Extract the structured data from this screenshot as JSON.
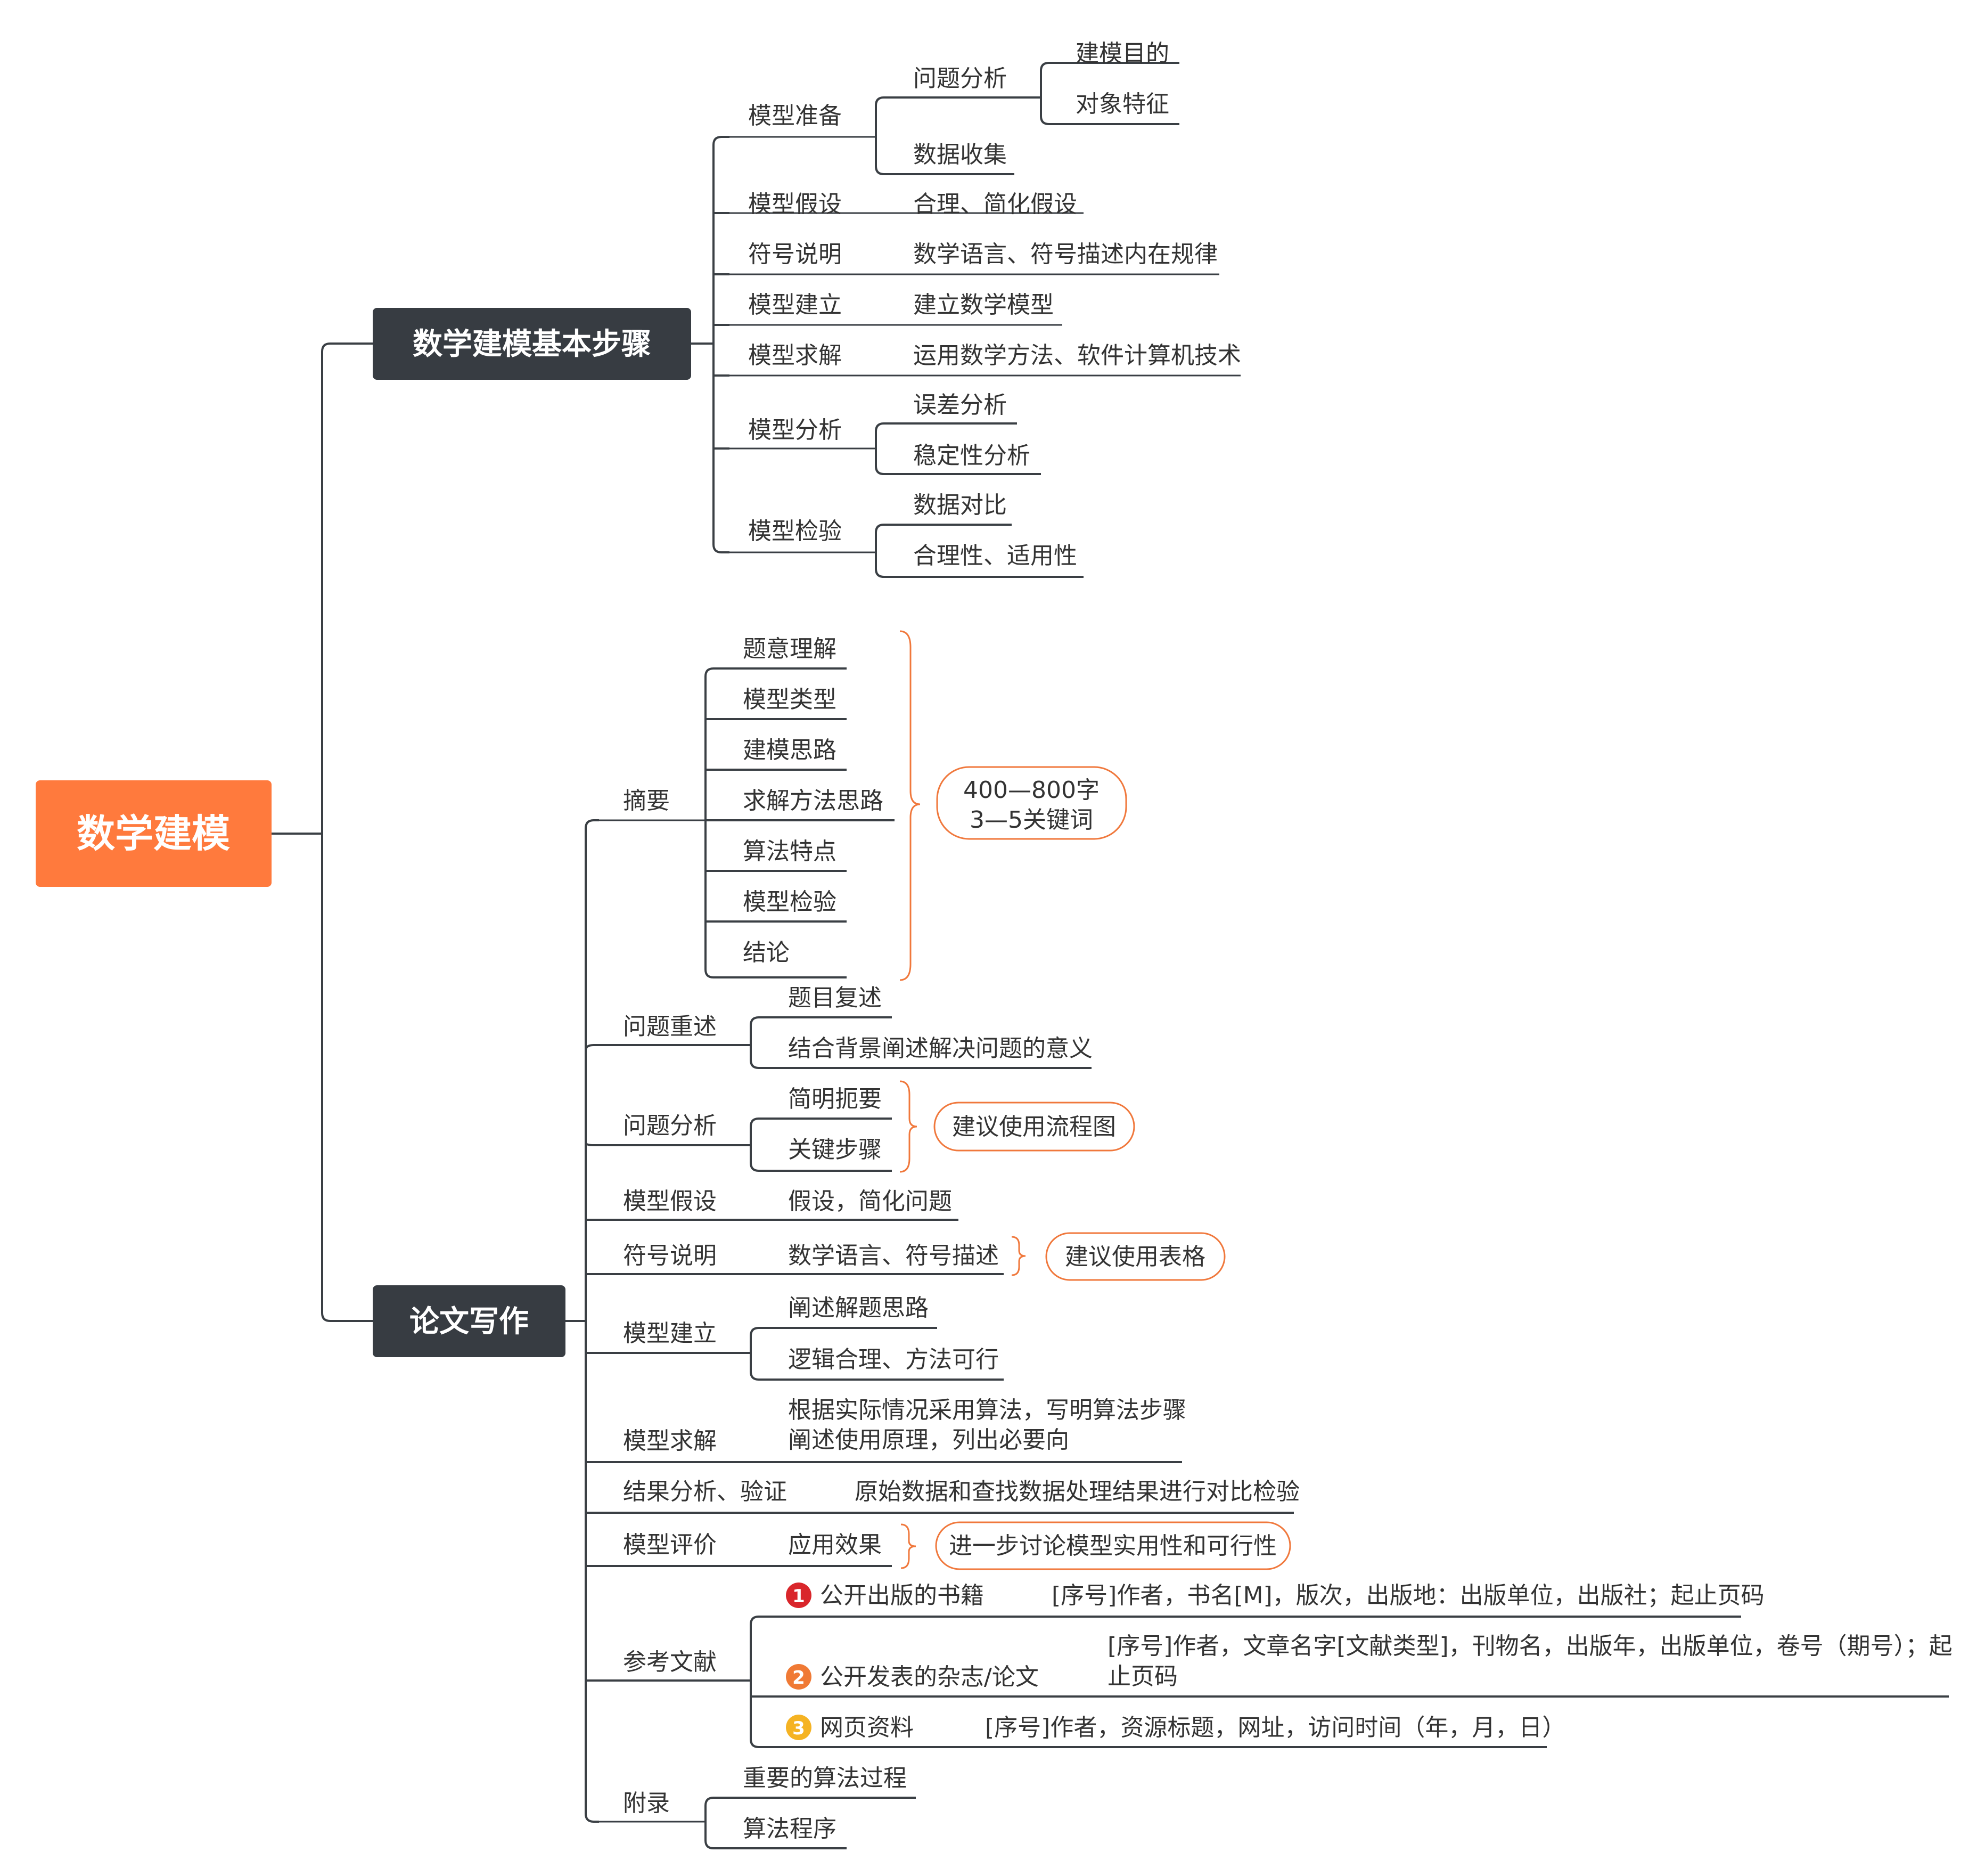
{
  "root": {
    "label": "数学建模",
    "color": "#ff7a3d"
  },
  "branch_color": "#373c42",
  "accent_color": "#f0783c",
  "steps": {
    "label": "数学建模基本步骤",
    "prep": {
      "label": "模型准备",
      "analysis": "问题分析",
      "goal": "建模目的",
      "feature": "对象特征",
      "data": "数据收集"
    },
    "assume": {
      "label": "模型假设",
      "detail": "合理、简化假设"
    },
    "symbol": {
      "label": "符号说明",
      "detail": "数学语言、符号描述内在规律"
    },
    "build": {
      "label": "模型建立",
      "detail": "建立数学模型"
    },
    "solve": {
      "label": "模型求解",
      "detail": "运用数学方法、软件计算机技术"
    },
    "analysis": {
      "label": "模型分析",
      "error": "误差分析",
      "stability": "稳定性分析"
    },
    "verify": {
      "label": "模型检验",
      "compare": "数据对比",
      "reason": "合理性、适用性"
    }
  },
  "paper": {
    "label": "论文写作",
    "abstract": {
      "label": "摘要",
      "items": [
        "题意理解",
        "模型类型",
        "建模思路",
        "求解方法思路",
        "算法特点",
        "模型检验",
        "结论"
      ],
      "callout": [
        "400—800字",
        "3—5关键词"
      ]
    },
    "restate": {
      "label": "问题重述",
      "items": [
        "题目复述",
        "结合背景阐述解决问题的意义"
      ]
    },
    "analysis": {
      "label": "问题分析",
      "items": [
        "简明扼要",
        "关键步骤"
      ],
      "callout": "建议使用流程图"
    },
    "assume": {
      "label": "模型假设",
      "detail": "假设，简化问题"
    },
    "symbol": {
      "label": "符号说明",
      "detail": "数学语言、符号描述",
      "callout": "建议使用表格"
    },
    "build": {
      "label": "模型建立",
      "items": [
        "阐述解题思路",
        "逻辑合理、方法可行"
      ]
    },
    "solve": {
      "label": "模型求解",
      "lines": [
        "根据实际情况采用算法，写明算法步骤",
        "阐述使用原理，列出必要向"
      ]
    },
    "result": {
      "label": "结果分析、验证",
      "detail": "原始数据和查找数据处理结果进行对比检验"
    },
    "evaluate": {
      "label": "模型评价",
      "detail": "应用效果",
      "callout": "进一步讨论模型实用性和可行性"
    },
    "refs": {
      "label": "参考文献",
      "items": [
        {
          "num": "1",
          "color": "#d9262b",
          "type": "公开出版的书籍",
          "format": [
            "[序号]作者，书名[M]，版次，出版地：出版单位，出版社；起止页码"
          ]
        },
        {
          "num": "2",
          "color": "#f07a35",
          "type": "公开发表的杂志/论文",
          "format": [
            "[序号]作者，文章名字[文献类型]，刊物名，出版年，出版单位，卷号（期号）；起",
            "止页码"
          ]
        },
        {
          "num": "3",
          "color": "#f5b323",
          "type": "网页资料",
          "format": [
            "[序号]作者，资源标题，网址，访问时间（年，月，日）"
          ]
        }
      ]
    },
    "appendix": {
      "label": "附录",
      "items": [
        "重要的算法过程",
        "算法程序"
      ]
    }
  }
}
